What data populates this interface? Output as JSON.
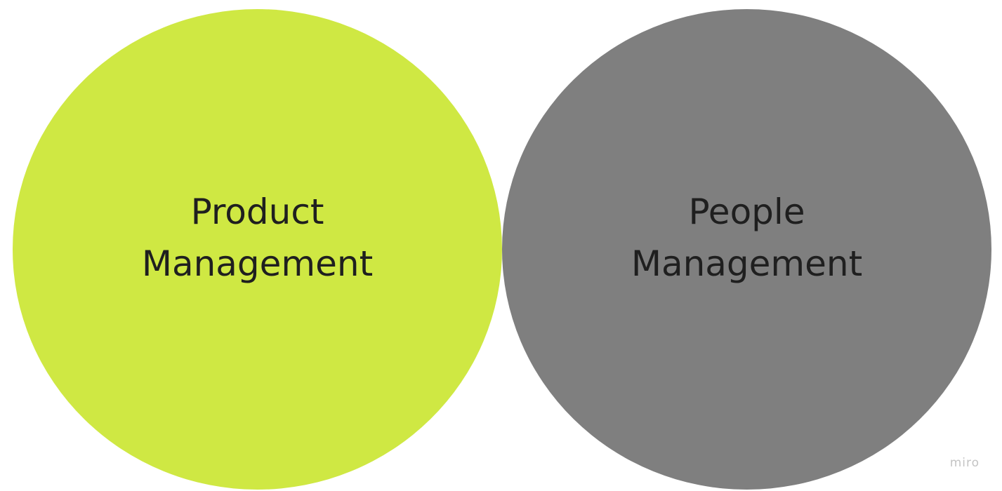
{
  "diagram": {
    "circles": [
      {
        "label_line1": "Product",
        "label_line2": "Management",
        "color": "#cfe843"
      },
      {
        "label_line1": "People",
        "label_line2": "Management",
        "color": "#7f7f7f"
      }
    ]
  },
  "watermark": {
    "text": "miro"
  }
}
